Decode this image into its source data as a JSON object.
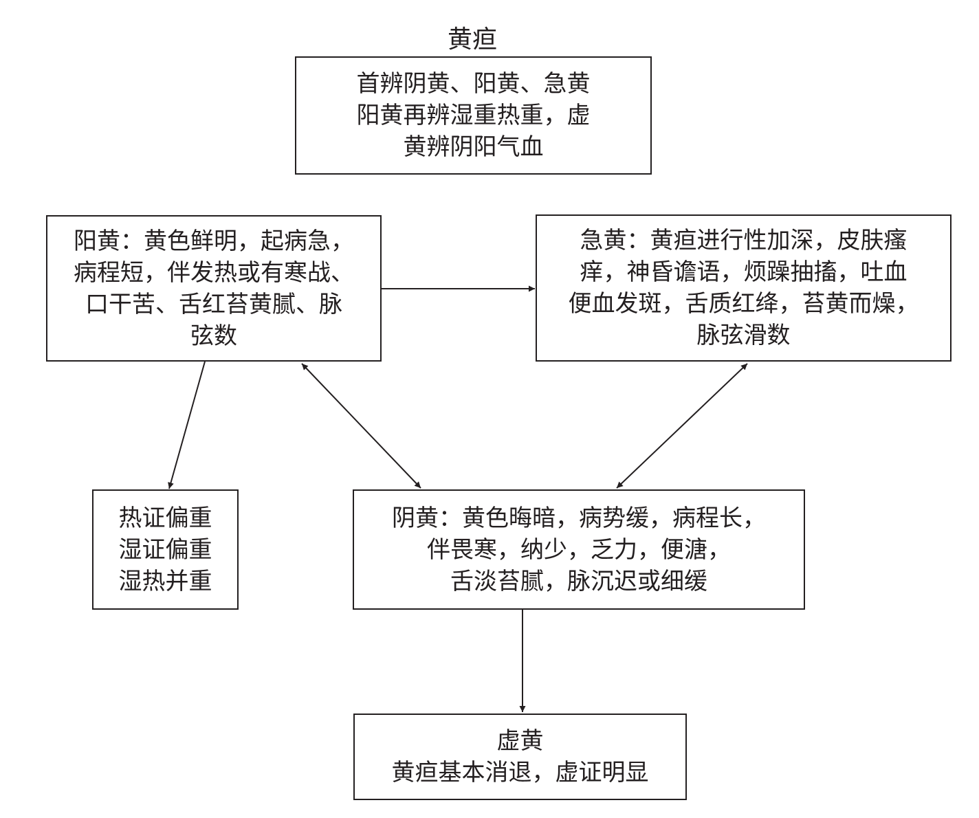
{
  "title": "黄疸",
  "nodes": {
    "top": {
      "lines": [
        "首辨阴黄、阳黄、急黄",
        "阳黄再辨湿重热重，虚",
        "黄辨阴阳气血"
      ]
    },
    "yang": {
      "lines": [
        "阳黄：黄色鲜明，起病急，",
        "病程短，伴发热或有寒战、",
        "口干苦、舌红苔黄腻、脉",
        "弦数"
      ]
    },
    "ji": {
      "lines": [
        "急黄：黄疸进行性加深，皮肤瘙",
        "痒，神昏谵语，烦躁抽搐，吐血",
        "便血发斑，舌质红绛，苔黄而燥，",
        "脉弦滑数"
      ]
    },
    "re": {
      "lines": [
        "热证偏重",
        "湿证偏重",
        "湿热并重"
      ]
    },
    "yin": {
      "lines": [
        "阴黄：黄色晦暗，病势缓，病程长，",
        "伴畏寒，纳少，乏力，便溏，",
        "舌淡苔腻，脉沉迟或细缓"
      ]
    },
    "xu": {
      "lines": [
        "虚黄",
        "黄疸基本消退，虚证明显"
      ]
    }
  },
  "edges": [
    {
      "from": "yang",
      "to": "ji",
      "direction": "forward"
    },
    {
      "from": "yang",
      "to": "re",
      "direction": "forward"
    },
    {
      "from": "yang",
      "to": "yin",
      "direction": "both"
    },
    {
      "from": "ji",
      "to": "yin",
      "direction": "both"
    },
    {
      "from": "yin",
      "to": "xu",
      "direction": "forward"
    }
  ]
}
